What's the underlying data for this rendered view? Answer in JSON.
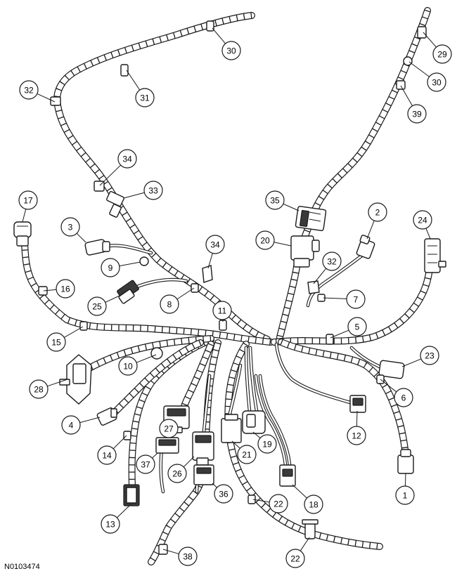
{
  "figure_id": "N0103474",
  "callouts": [
    {
      "id": "c30a",
      "label": "30"
    },
    {
      "id": "c29",
      "label": "29"
    },
    {
      "id": "c30b",
      "label": "30"
    },
    {
      "id": "c32a",
      "label": "32"
    },
    {
      "id": "c31",
      "label": "31"
    },
    {
      "id": "c39",
      "label": "39"
    },
    {
      "id": "c34a",
      "label": "34"
    },
    {
      "id": "c33",
      "label": "33"
    },
    {
      "id": "c17",
      "label": "17"
    },
    {
      "id": "c35",
      "label": "35"
    },
    {
      "id": "c2",
      "label": "2"
    },
    {
      "id": "c24",
      "label": "24"
    },
    {
      "id": "c3",
      "label": "3"
    },
    {
      "id": "c20",
      "label": "20"
    },
    {
      "id": "c34b",
      "label": "34"
    },
    {
      "id": "c32b",
      "label": "32"
    },
    {
      "id": "c9",
      "label": "9"
    },
    {
      "id": "c16",
      "label": "16"
    },
    {
      "id": "c25",
      "label": "25"
    },
    {
      "id": "c8",
      "label": "8"
    },
    {
      "id": "c7",
      "label": "7"
    },
    {
      "id": "c11",
      "label": "11"
    },
    {
      "id": "c5",
      "label": "5"
    },
    {
      "id": "c15",
      "label": "15"
    },
    {
      "id": "c23",
      "label": "23"
    },
    {
      "id": "c10",
      "label": "10"
    },
    {
      "id": "c28",
      "label": "28"
    },
    {
      "id": "c6",
      "label": "6"
    },
    {
      "id": "c4",
      "label": "4"
    },
    {
      "id": "c27",
      "label": "27"
    },
    {
      "id": "c12",
      "label": "12"
    },
    {
      "id": "c14",
      "label": "14"
    },
    {
      "id": "c21",
      "label": "21"
    },
    {
      "id": "c19",
      "label": "19"
    },
    {
      "id": "c37",
      "label": "37"
    },
    {
      "id": "c26",
      "label": "26"
    },
    {
      "id": "c1",
      "label": "1"
    },
    {
      "id": "c36",
      "label": "36"
    },
    {
      "id": "c18",
      "label": "18"
    },
    {
      "id": "c22a",
      "label": "22"
    },
    {
      "id": "c13",
      "label": "13"
    },
    {
      "id": "c22b",
      "label": "22"
    },
    {
      "id": "c38",
      "label": "38"
    }
  ]
}
